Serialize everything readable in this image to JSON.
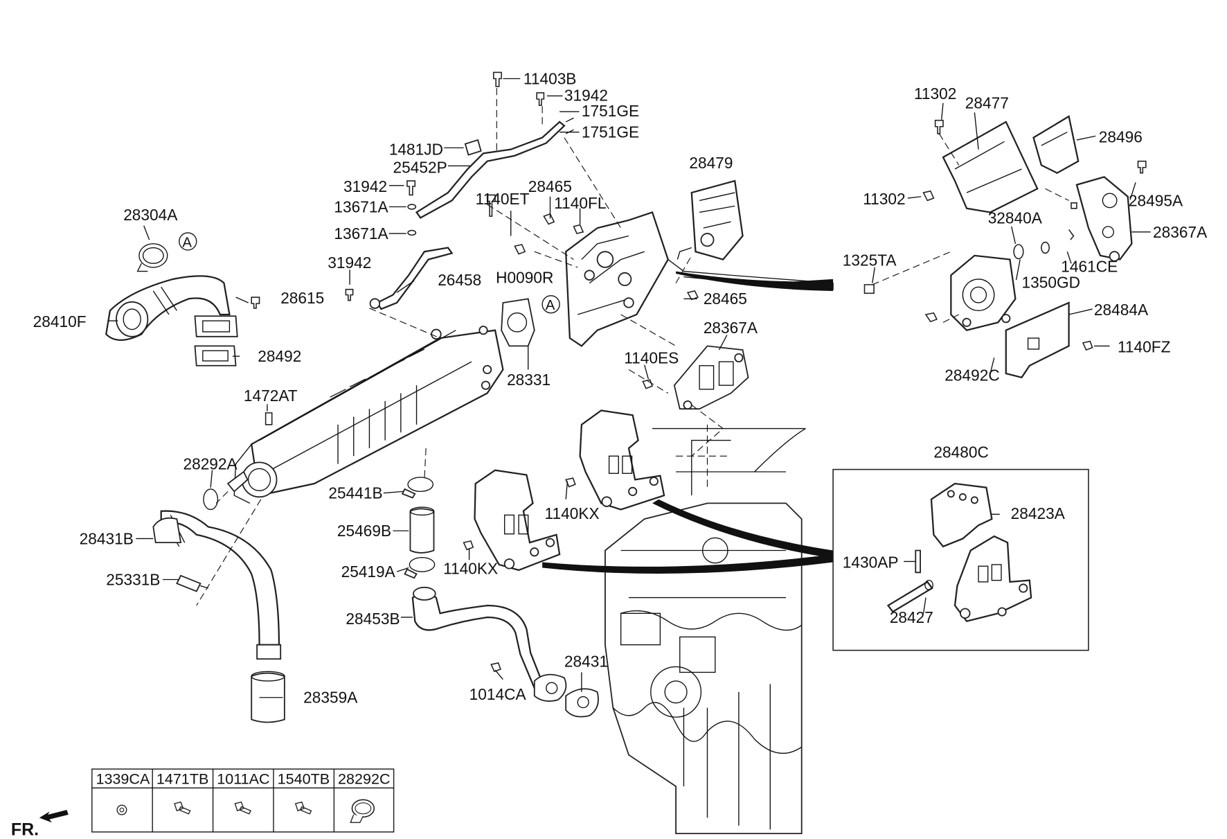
{
  "labels": {
    "p11403B": "11403B",
    "p31942_a": "31942",
    "p1751GE_a": "1751GE",
    "p1751GE_b": "1751GE",
    "p1481JD": "1481JD",
    "p25452P": "25452P",
    "p31942_b": "31942",
    "p13671A_a": "13671A",
    "p13671A_b": "13671A",
    "p28479": "28479",
    "p1140ET": "1140ET",
    "p28465_a": "28465",
    "p1140FL": "1140FL",
    "p28304A": "28304A",
    "p31942_c": "31942",
    "p26458": "26458",
    "pH0090R": "H0090R",
    "p28410F": "28410F",
    "p28615": "28615",
    "p28492": "28492",
    "p28465_b": "28465",
    "p28367A_a": "28367A",
    "p28331": "28331",
    "p1140ES": "1140ES",
    "p1472AT": "1472AT",
    "p28292A": "28292A",
    "p25441B": "25441B",
    "p28431B": "28431B",
    "p1140KX_a": "1140KX",
    "p25469B": "25469B",
    "p25331B": "25331B",
    "p25419A": "25419A",
    "p1140KX_b": "1140KX",
    "p28453B": "28453B",
    "p28431": "28431",
    "p1014CA": "1014CA",
    "p28359A": "28359A",
    "p11302_a": "11302",
    "p28477": "28477",
    "p28496": "28496",
    "p11302_b": "11302",
    "p28495A": "28495A",
    "p32840A": "32840A",
    "p28367A_b": "28367A",
    "p1325TA": "1325TA",
    "p1461CE": "1461CE",
    "p1350GD": "1350GD",
    "p28484A": "28484A",
    "p1140FZ": "1140FZ",
    "p28492C": "28492C",
    "p28480C": "28480C",
    "p28423A": "28423A",
    "p1430AP": "1430AP",
    "p28427": "28427",
    "refA_1": "A",
    "refA_2": "A"
  },
  "table": {
    "headers": [
      "1339CA",
      "1471TB",
      "1011AC",
      "1540TB",
      "28292C"
    ],
    "icons": [
      "nut-icon",
      "bolt-icon",
      "bolt-icon",
      "bolt-icon",
      "clamp-icon"
    ]
  },
  "front_marker": "FR."
}
